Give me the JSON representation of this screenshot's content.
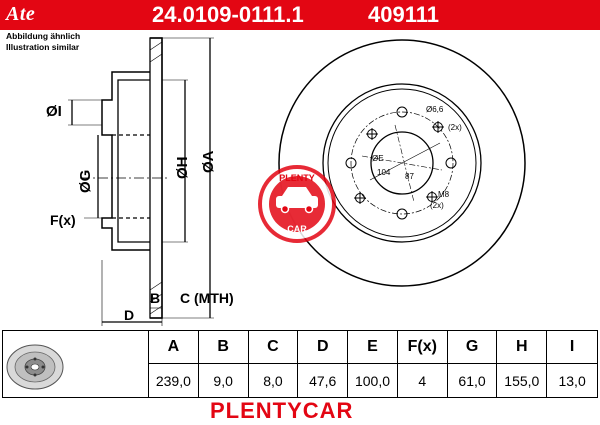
{
  "header": {
    "brand": "Ate",
    "part_number": "24.0109-0111.1",
    "ref_number": "409111"
  },
  "notes": {
    "line1": "Abbildung ähnlich",
    "line2": "Illustration similar"
  },
  "side_view": {
    "dim_I": "ØI",
    "dim_G": "ØG",
    "dim_H": "ØH",
    "dim_A": "ØA",
    "dim_F": "F(x)",
    "dim_B": "B",
    "dim_C": "C (MTH)",
    "dim_D": "D"
  },
  "front_view": {
    "hole_label": "Ø6,6",
    "hole_count": "(2x)",
    "thread_label": "M8",
    "thread_count": "(2x)",
    "pcd_label": "ØE",
    "angle1": "104",
    "angle2": "87"
  },
  "watermark": {
    "top": "PLENTY",
    "bottom": "CAR"
  },
  "table": {
    "headers": [
      "A",
      "B",
      "C",
      "D",
      "E",
      "F(x)",
      "G",
      "H",
      "I"
    ],
    "values": [
      "239,0",
      "9,0",
      "8,0",
      "47,6",
      "100,0",
      "4",
      "61,0",
      "155,0",
      "13,0"
    ]
  },
  "footer_brand": "PLENTYCAR",
  "colors": {
    "accent": "#e30613"
  }
}
